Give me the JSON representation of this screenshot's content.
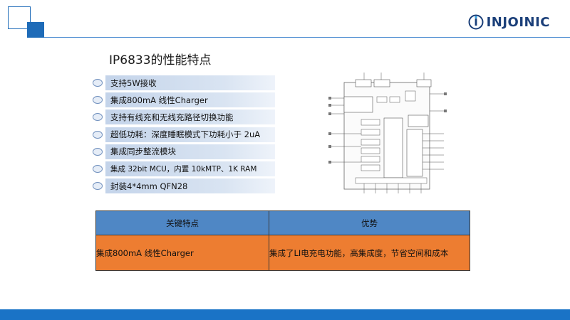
{
  "brand": {
    "name": "INJOINIC"
  },
  "title": "IP6833的性能特点",
  "features": [
    {
      "text": "支持5W接收",
      "small": false
    },
    {
      "text": "集成800mA 线性Charger",
      "small": false
    },
    {
      "text": "支持有线充和无线充路径切换功能",
      "small": false
    },
    {
      "text": "超低功耗：深度睡眠模式下功耗小于 2uA",
      "small": false
    },
    {
      "text": "集成同步整流模块",
      "small": false
    },
    {
      "text": "集成 32bit MCU，内置 10kMTP、1K RAM",
      "small": true
    },
    {
      "text": "封装4*4mm QFN28",
      "small": false
    }
  ],
  "table": {
    "headers": [
      "关键特点",
      "优势"
    ],
    "rows": [
      [
        "集成800mA 线性Charger",
        "集成了LI电充电功能，高集成度，节省空间和成本"
      ]
    ]
  },
  "colors": {
    "accent_blue": "#1a73c6",
    "table_header": "#4f87c5",
    "table_row": "#ed7d31",
    "brand_text": "#1b3f79"
  }
}
